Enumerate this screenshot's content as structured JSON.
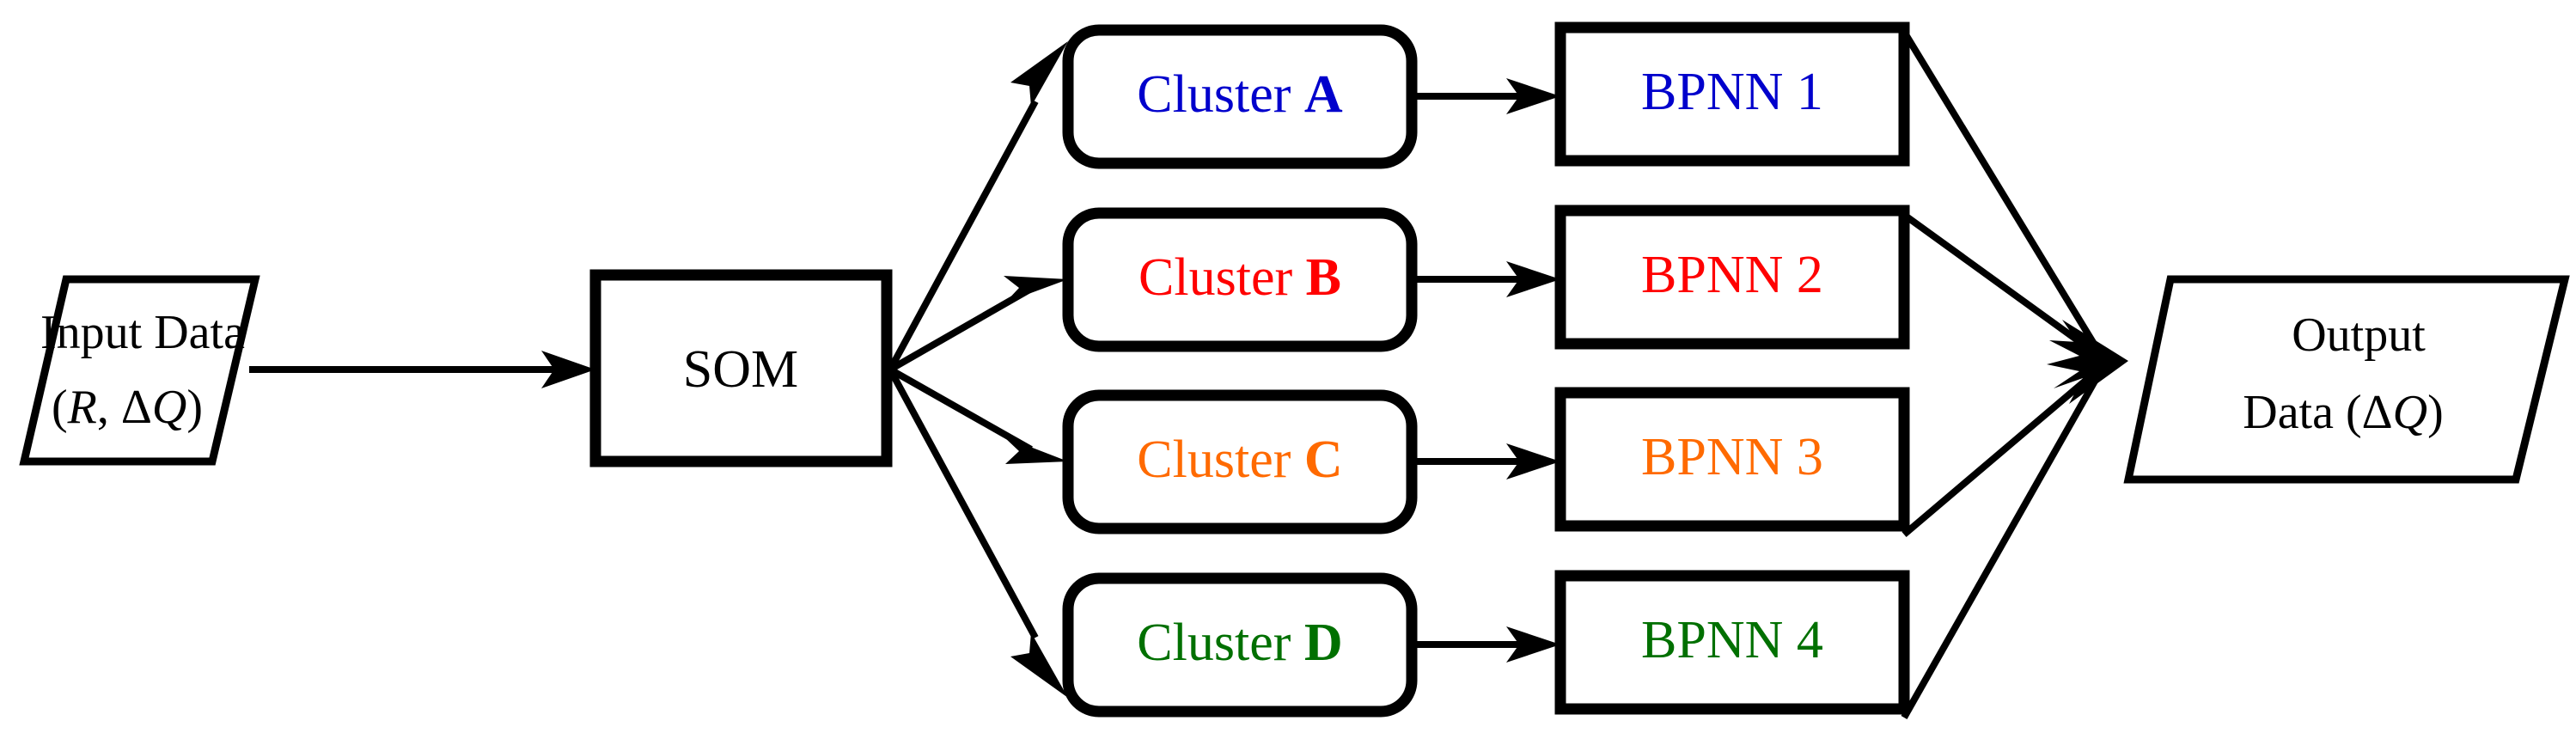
{
  "diagram": {
    "title": "SOM-BPNN hybrid model flow diagram",
    "type": "flowchart",
    "background": "#FFFFFF",
    "line_color": "#000000",
    "nodes": {
      "input": {
        "shape": "parallelogram",
        "line1": "Input Data",
        "line2_open": "(",
        "line2_var1": "R",
        "line2_sep": ", ",
        "line2_delta": "Δ",
        "line2_var2": "Q",
        "line2_close": ")",
        "full_label": "Input Data (R, ΔQ)"
      },
      "som": {
        "shape": "rectangle",
        "label": "SOM"
      },
      "output": {
        "shape": "parallelogram",
        "line1": "Output",
        "line2_prefix": "Data (",
        "line2_delta": "Δ",
        "line2_var": "Q",
        "line2_suffix": ")",
        "full_label": "Output Data (ΔQ)"
      }
    },
    "branches": [
      {
        "id": "a",
        "color": "#0000CC",
        "cluster_prefix": "Cluster ",
        "cluster_letter": "A",
        "cluster_label": "Cluster A",
        "bpnn_label": "BPNN 1",
        "bpnn_prefix": "BPNN ",
        "bpnn_number": "1"
      },
      {
        "id": "b",
        "color": "#FF0000",
        "cluster_prefix": "Cluster ",
        "cluster_letter": "B",
        "cluster_label": "Cluster B",
        "bpnn_label": "BPNN 2",
        "bpnn_prefix": "BPNN ",
        "bpnn_number": "2"
      },
      {
        "id": "c",
        "color": "#FF6A00",
        "cluster_prefix": "Cluster ",
        "cluster_letter": "C",
        "cluster_label": "Cluster C",
        "bpnn_label": "BPNN 3",
        "bpnn_prefix": "BPNN ",
        "bpnn_number": "3"
      },
      {
        "id": "d",
        "color": "#007000",
        "cluster_prefix": "Cluster ",
        "cluster_letter": "D",
        "cluster_label": "Cluster D",
        "bpnn_label": "BPNN 4",
        "bpnn_prefix": "BPNN ",
        "bpnn_number": "4"
      }
    ]
  }
}
